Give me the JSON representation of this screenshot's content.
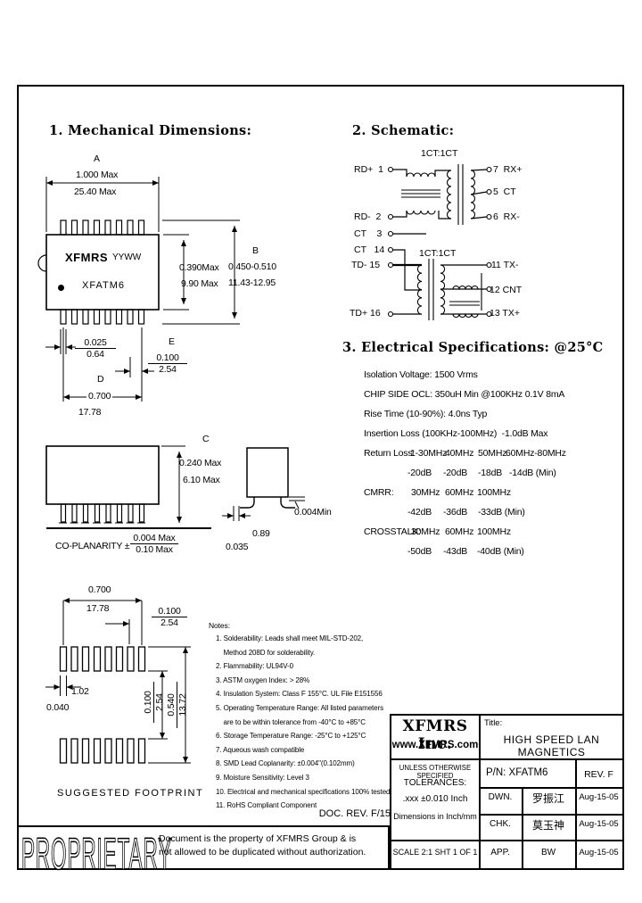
{
  "sections": {
    "mech_heading": "1. Mechanical Dimensions:",
    "sch_heading": "2. Schematic:",
    "elec_heading": "3. Electrical Specifications: @25°C"
  },
  "package": {
    "brand": "XFMRS",
    "datecode": "YYWW",
    "part": "XFATM6"
  },
  "dims": {
    "a_label": "A",
    "a_inch": "1.000 Max",
    "a_mm": "25.40 Max",
    "h_inch": "0.390Max",
    "h_mm": "9.90 Max",
    "b_label": "B",
    "b_inch": "0.450-0.510",
    "b_mm": "11.43-12.95",
    "pin_inch": "0.025",
    "pin_mm": "0.64",
    "d_label": "D",
    "d_inch": "0.700",
    "d_mm": "17.78",
    "e_label": "E",
    "e_inch": "0.100",
    "e_mm": "2.54",
    "c_label": "C",
    "c_inch": "0.240 Max",
    "c_mm": "6.10 Max",
    "copl_label": "CO-PLANARITY ±",
    "copl_inch": "0.004 Max",
    "copl_mm": "0.10 Max",
    "standoff": "0.004Min",
    "lead_mm": "0.89",
    "lead_inch": "0.035"
  },
  "footprint": {
    "caption": "SUGGESTED FOOTPRINT",
    "w_inch": "0.700",
    "w_mm": "17.78",
    "pitch_inch": "0.100",
    "pitch_mm": "2.54",
    "pad_mm": "1.02",
    "pad_inch": "0.040",
    "row_inch": "0.100",
    "row_mm": "2.54",
    "span_inch": "0.540",
    "span_mm": "13.72"
  },
  "schematic": {
    "ratio1": "1CT:1CT",
    "ratio2": "1CT:1CT",
    "p1": "RD+  1",
    "p2": "RD-  2",
    "p3": "CT    3",
    "p14": "CT   14",
    "p15": "TD- 15",
    "p16": "TD+ 16",
    "p7": "7  RX+",
    "p5": "5  CT",
    "p6": "6  RX-",
    "p11": "11 TX-",
    "p12": "12 CNT",
    "p13": "13 TX+"
  },
  "electrical": {
    "l1": "Isolation Voltage: 1500 Vrms",
    "l2": "CHIP SIDE OCL: 350uH Min @100KHz 0.1V 8mA",
    "l3": "Rise Time (10-90%): 4.0ns Typ",
    "l4": "Insertion Loss (100KHz-100MHz)  -1.0dB Max",
    "return_loss": {
      "label": "Return Loss:",
      "f1": "1-30MHz",
      "f2": "40MHz",
      "f3": "50MHz",
      "f4": "60MHz-80MHz",
      "v1": "-20dB",
      "v2": "-20dB",
      "v3": "-18dB",
      "v4": "-14dB (Min)"
    },
    "cmrr": {
      "label": "CMRR:",
      "f1": "30MHz",
      "f2": "60MHz",
      "f3": "100MHz",
      "v1": "-42dB",
      "v2": "-36dB",
      "v3": "-33dB (Min)"
    },
    "crosstalk": {
      "label": "CROSSTALK:",
      "f1": "30MHz",
      "f2": "60MHz",
      "f3": "100MHz",
      "v1": "-50dB",
      "v2": "-43dB",
      "v3": "-40dB (Min)"
    }
  },
  "notes": {
    "label": "Notes:",
    "lines": [
      "1. Solderability: Leads shall meet MIL-STD-202,",
      "    Method 208D for solderability.",
      "2. Flammability: UL94V-0",
      "3. ASTM oxygen Index: > 28%",
      "4. Insulation System: Class F 155°C. UL File E151556",
      "5. Operating Temperature Range: All listed parameters",
      "    are to be within tolerance from -40°C to +85°C",
      "6. Storage Temperature Range: -25°C to +125°C",
      "7. Aqueous wash compatible",
      "8. SMD Lead Coplanarity: ±0.004\"(0.102mm)",
      "9. Moisture Sensitivity: Level 3",
      "10. Electrical and mechanical specifications 100% tested",
      "11. RoHS Compliant Component"
    ]
  },
  "doc_rev": "DOC. REV. F/15",
  "proprietary": {
    "stamp": "PROPRIETARY",
    "line1": "Document is the property of XFMRS Group & is",
    "line2": "not allowed to be duplicated without authorization."
  },
  "titleblock": {
    "company": "XFMRS Inc.",
    "website": "www.XFMRS.com",
    "title_label": "Title:",
    "title": "HIGH SPEED LAN MAGNETICS",
    "pn": "P/N: XFATM6",
    "rev": "REV. F",
    "spec1": "UNLESS OTHERWISE SPECIFIED",
    "spec2": "TOLERANCES:",
    "spec3": ".xxx ±0.010 Inch",
    "spec4": "Dimensions in Inch/mm",
    "scale": "SCALE 2:1  SHT 1 OF 1",
    "dwn": {
      "label": "DWN.",
      "name": "罗振江",
      "date": "Aug-15-05"
    },
    "chk": {
      "label": "CHK.",
      "name": "莫玉神",
      "date": "Aug-15-05"
    },
    "app": {
      "label": "APP.",
      "name": "BW",
      "date": "Aug-15-05"
    }
  }
}
